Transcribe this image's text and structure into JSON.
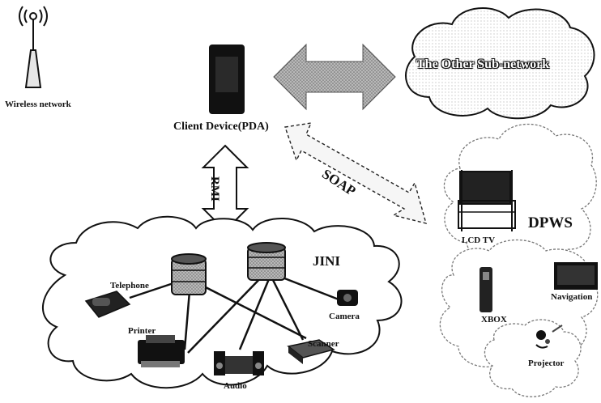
{
  "wireless": {
    "label": "Wireless network",
    "icon": "antenna-icon"
  },
  "client": {
    "label": "Client Device(PDA)",
    "icon": "pda-icon"
  },
  "other_subnet": {
    "label": "The Other Sub-network"
  },
  "links": {
    "soap": "SOAP",
    "rmi": "RMI"
  },
  "jini": {
    "label": "JINI",
    "devices": {
      "telephone": "Telephone",
      "printer": "Printer",
      "audio": "Audio",
      "scanner": "Scanner",
      "camera": "Camera"
    }
  },
  "dpws": {
    "label": "DPWS",
    "devices": {
      "lcd_tv": "LCD TV",
      "xbox": "XBOX",
      "navigation": "Navigation",
      "projector": "Projector"
    }
  },
  "colors": {
    "ink": "#111111",
    "arrow_fill": "#9a9a9a",
    "cloud_fill": "#ffffff"
  }
}
